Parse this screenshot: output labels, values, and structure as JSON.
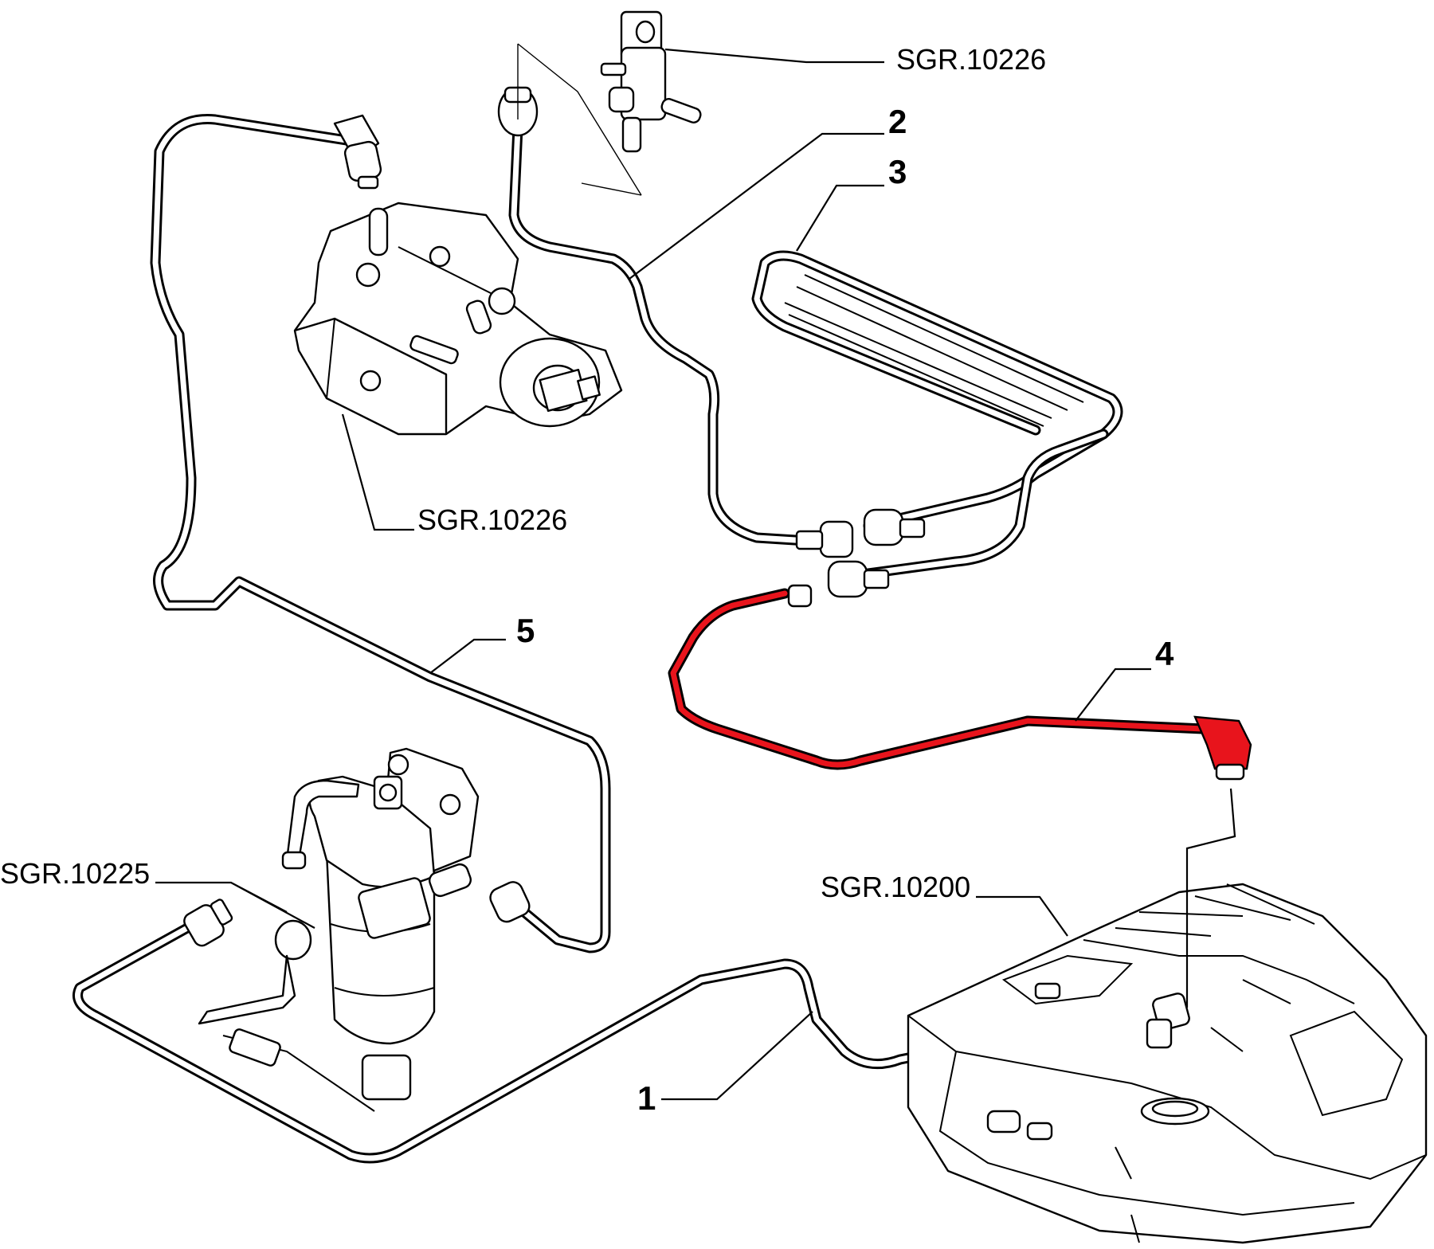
{
  "diagram": {
    "references": {
      "sgr_top": "SGR.10226",
      "sgr_pump": "SGR.10226",
      "sgr_filter": "SGR.10225",
      "sgr_tank": "SGR.10200"
    },
    "callouts": [
      "1",
      "2",
      "3",
      "4",
      "5"
    ],
    "highlight": {
      "item": "4",
      "color": "#e8141c"
    },
    "line_color": "#000000"
  }
}
